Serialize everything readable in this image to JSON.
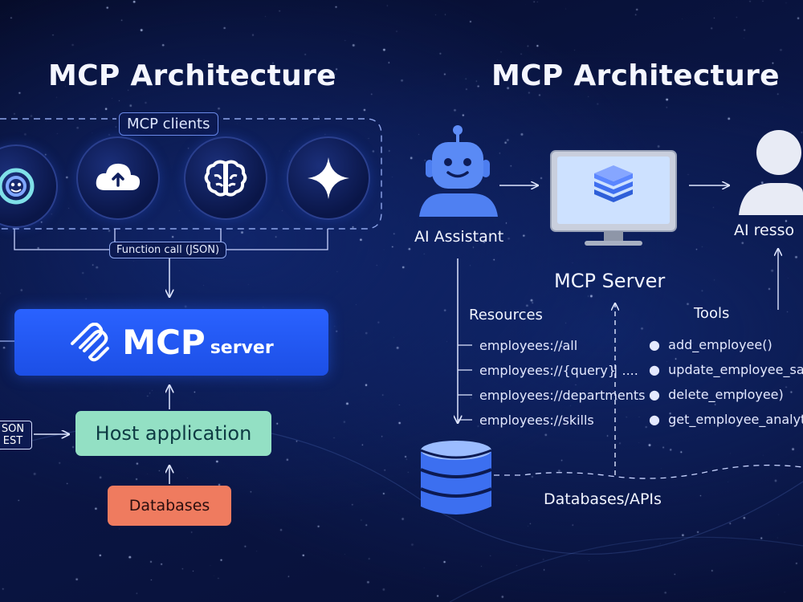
{
  "left": {
    "title": "MCP Architecture",
    "clients_label": "MCP clients",
    "function_call_label": "Function call (JSON)",
    "server_big": "MCP",
    "server_small": "server",
    "host_label": "Host application",
    "databases_label": "Databases",
    "json_rest": {
      "line1": "SON",
      "line2": "EST"
    },
    "client_icons": [
      "swirl-logo-icon",
      "cloud-upload-icon",
      "brain-icon",
      "sparkle-icon"
    ]
  },
  "right": {
    "title": "MCP Architecture",
    "assistant_label": "AI Assistant",
    "server_label": "MCP Server",
    "resource_label": "AI resso",
    "resources_heading": "Resources",
    "resources": [
      "employees://all",
      "employees://{query}",
      "employees://departments",
      "employees://skills"
    ],
    "resources_ellipsis": "| ....",
    "tools_heading": "Tools",
    "tools": [
      "add_employee()",
      "update_employee_sala",
      "delete_employee)",
      "get_employee_analyt"
    ],
    "databases_label": "Databases/APIs"
  },
  "colors": {
    "server_blue": "#2a62ff",
    "host_green": "#93e0c4",
    "db_orange": "#ef7b5f",
    "accent_line": "#9fb3f0"
  }
}
